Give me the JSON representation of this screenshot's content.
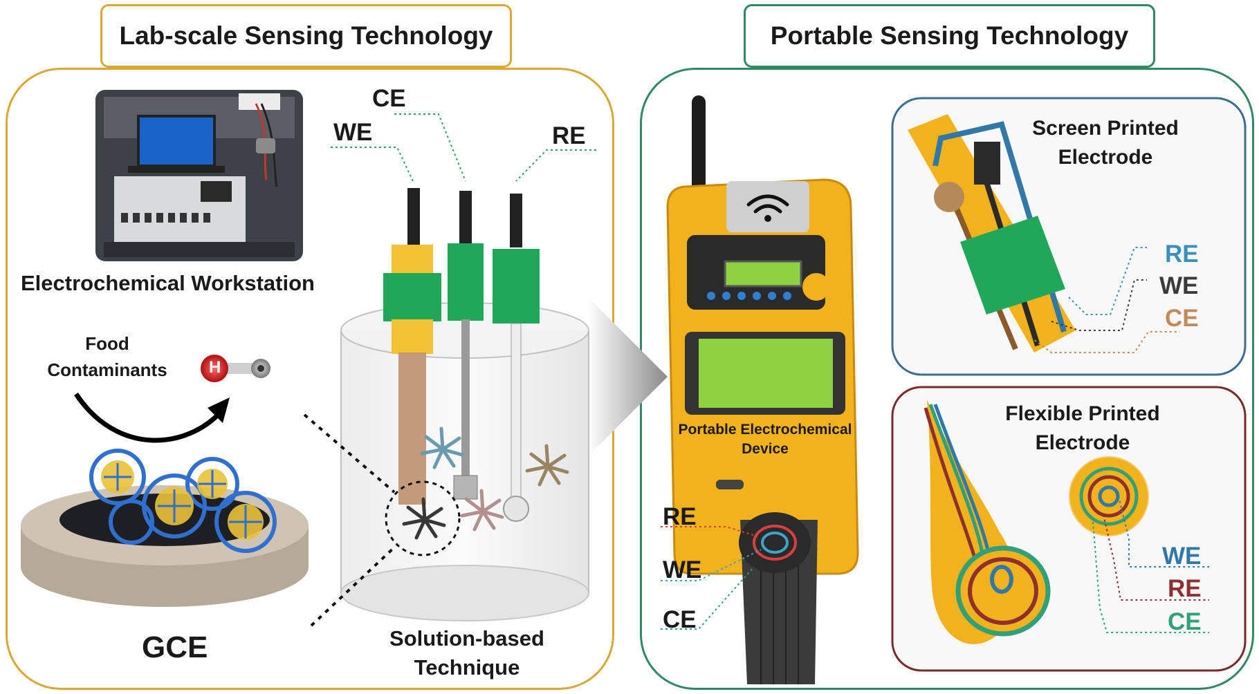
{
  "colors": {
    "lab_border": "#d9a830",
    "portable_border": "#2e8a62",
    "screen_box_border": "#3a6f8f",
    "flexible_box_border": "#7a2a2a",
    "re_blue": "#3a8fbf",
    "we_dark": "#3a3a3a",
    "ce_brown": "#c08a5c",
    "flex_we_blue": "#2f78a8",
    "flex_re_red": "#8f2f2f",
    "flex_ce_green": "#2fa07a",
    "device_yellow": "#f2b21c",
    "screen_green": "#7ed23a",
    "electrode_green": "#2eab68"
  },
  "lab": {
    "header": "Lab-scale Sensing Technology",
    "workstation_label": "Electrochemical Workstation",
    "food_label": "Food\nContaminants",
    "gce_label": "GCE",
    "solution_label": "Solution-based\nTechnique",
    "electrodes": {
      "ce": "CE",
      "we": "WE",
      "re": "RE"
    },
    "molecule_atom": "H"
  },
  "portable": {
    "header": "Portable Sensing Technology",
    "device_label": "Portable Electrochemical\nDevice",
    "device_electrodes": {
      "re": "RE",
      "we": "WE",
      "ce": "CE"
    },
    "screen_printed": {
      "title": "Screen Printed\nElectrode",
      "re": "RE",
      "we": "WE",
      "ce": "CE"
    },
    "flexible_printed": {
      "title": "Flexible Printed\nElectrode",
      "we": "WE",
      "re": "RE",
      "ce": "CE"
    }
  }
}
